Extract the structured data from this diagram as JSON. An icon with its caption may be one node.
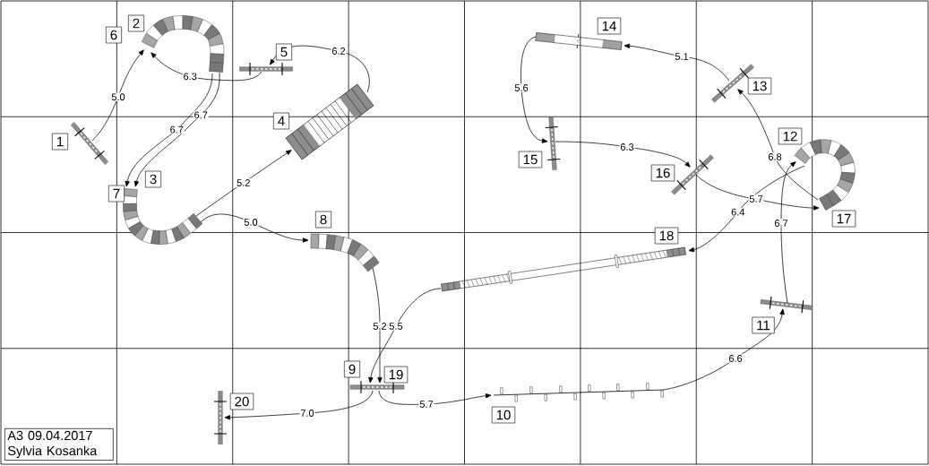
{
  "diagram": {
    "nodes": [
      {
        "text": [],
        "shape": "bar",
        "beside": [
          "1"
        ]
      },
      {
        "text": [],
        "shape": "picture",
        "beside": [
          "2",
          "6"
        ]
      },
      {
        "text": [],
        "shape": "picture",
        "beside": [
          "7",
          "3"
        ]
      },
      {
        "text": [],
        "shape": "picture",
        "beside": [
          "4"
        ]
      },
      {
        "text": [],
        "shape": "bar",
        "beside": [
          "5"
        ]
      },
      {
        "text": [],
        "shape": "picture",
        "beside": [
          "8"
        ]
      },
      {
        "text": [],
        "shape": "bar",
        "beside": [
          "9",
          "19"
        ]
      },
      {
        "text": [],
        "shape": "picture",
        "beside": [
          "10"
        ]
      },
      {
        "text": [],
        "shape": "bar",
        "beside": [
          "11"
        ]
      },
      {
        "text": [],
        "shape": "picture",
        "beside": [
          "12",
          "17"
        ]
      },
      {
        "text": [],
        "shape": "bar",
        "beside": [
          "13"
        ]
      },
      {
        "text": [],
        "shape": "picture",
        "beside": [
          "14"
        ]
      },
      {
        "text": [],
        "shape": "bar",
        "beside": [
          "15"
        ]
      },
      {
        "text": [],
        "shape": "bar",
        "beside": [
          "16"
        ]
      },
      {
        "text": [],
        "shape": "picture",
        "beside": [
          "18"
        ]
      },
      {
        "text": [],
        "shape": "bar",
        "beside": [
          "20"
        ]
      },
      {
        "text": [
          "A3 09.04.2017",
          "Sylvia Kosanka"
        ]
      }
    ],
    "edges": [
      {
        "from": 0,
        "to": 1,
        "arrow": "to",
        "label": "5.0"
      },
      {
        "from": 1,
        "to": 2,
        "arrow": "to",
        "label": "6.7"
      },
      {
        "from": 2,
        "to": 3,
        "arrow": "to",
        "label": "5.2"
      },
      {
        "from": 3,
        "to": 4,
        "arrow": "to",
        "label": "6.2"
      },
      {
        "from": 4,
        "to": 1,
        "arrow": "to",
        "label": "6.3"
      },
      {
        "from": 1,
        "to": 2,
        "arrow": "to",
        "label": "6.7"
      },
      {
        "from": 2,
        "to": 5,
        "arrow": "to",
        "label": "5.0"
      },
      {
        "from": 5,
        "to": 6,
        "arrow": "to",
        "label": "5.2"
      },
      {
        "from": 6,
        "to": 7,
        "arrow": "to",
        "label": "5.7"
      },
      {
        "from": 7,
        "to": 8,
        "arrow": "to",
        "label": "6.6"
      },
      {
        "from": 8,
        "to": 9,
        "arrow": "to",
        "label": "6.7"
      },
      {
        "from": 9,
        "to": 10,
        "arrow": "to",
        "label": "6.8"
      },
      {
        "from": 10,
        "to": 11,
        "arrow": "to",
        "label": "5.1"
      },
      {
        "from": 11,
        "to": 12,
        "arrow": "to",
        "label": "5.6"
      },
      {
        "from": 12,
        "to": 13,
        "arrow": "to",
        "label": "6.3"
      },
      {
        "from": 13,
        "to": 9,
        "arrow": "to",
        "label": "5.7"
      },
      {
        "from": 9,
        "to": 14,
        "arrow": "to",
        "label": "6.4"
      },
      {
        "from": 14,
        "to": 6,
        "arrow": "to",
        "label": "5.5"
      },
      {
        "from": 6,
        "to": 15,
        "arrow": "to",
        "label": "7.0"
      }
    ]
  }
}
